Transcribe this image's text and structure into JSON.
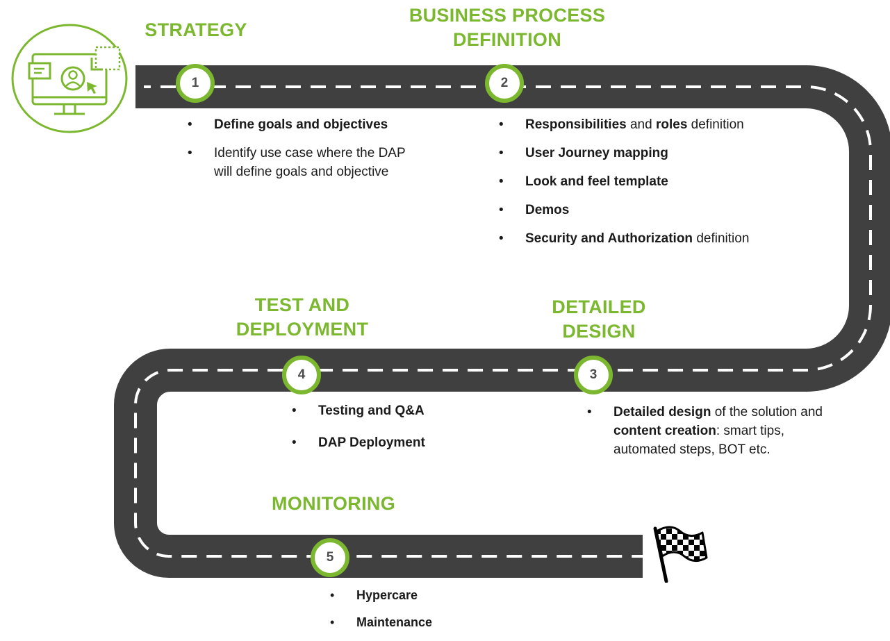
{
  "stages": [
    {
      "number": "1",
      "title": "STRATEGY",
      "items": [
        [
          {
            "t": "Define goals and objectives",
            "b": true
          }
        ],
        [
          {
            "t": "Identify use case where the DAP will define goals and objective",
            "b": false
          }
        ]
      ]
    },
    {
      "number": "2",
      "title": "BUSINESS PROCESS DEFINITION",
      "items": [
        [
          {
            "t": "Responsibilities",
            "b": true
          },
          {
            "t": " and ",
            "b": false
          },
          {
            "t": "roles",
            "b": true
          },
          {
            "t": " definition",
            "b": false
          }
        ],
        [
          {
            "t": "User Journey mapping",
            "b": true
          }
        ],
        [
          {
            "t": "Look and feel template",
            "b": true
          }
        ],
        [
          {
            "t": "Demos",
            "b": true
          }
        ],
        [
          {
            "t": "Security and Authorization",
            "b": true
          },
          {
            "t": " definition",
            "b": false
          }
        ]
      ]
    },
    {
      "number": "3",
      "title": "DETAILED DESIGN",
      "items": [
        [
          {
            "t": "Detailed design",
            "b": true
          },
          {
            "t": " of the solution and ",
            "b": false
          },
          {
            "t": "content creation",
            "b": true
          },
          {
            "t": ": smart tips, automated steps, BOT etc.",
            "b": false
          }
        ]
      ]
    },
    {
      "number": "4",
      "title": "TEST AND DEPLOYMENT",
      "items": [
        [
          {
            "t": "Testing and Q&A",
            "b": true
          }
        ],
        [
          {
            "t": "DAP Deployment",
            "b": true
          }
        ]
      ]
    },
    {
      "number": "5",
      "title": "MONITORING",
      "items": [
        [
          {
            "t": "Hypercare",
            "b": true
          }
        ],
        [
          {
            "t": "Maintenance",
            "b": true
          }
        ]
      ]
    }
  ],
  "icons": {
    "start": "computer-user-icon",
    "finish": "checkered-flag-icon"
  },
  "colors": {
    "accent": "#7cb82f",
    "road": "#404040",
    "lane": "#ffffff",
    "text": "#1a1a1a"
  }
}
